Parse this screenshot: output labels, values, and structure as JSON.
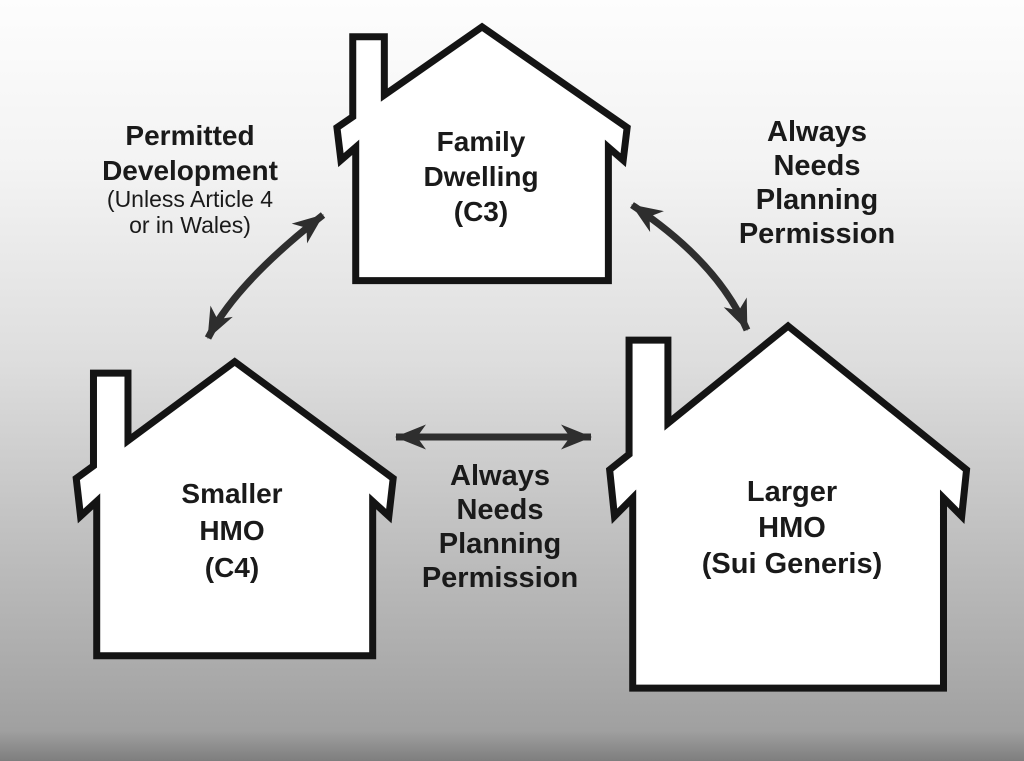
{
  "title": "HMO use-class planning permission diagram",
  "colors": {
    "bg_top": "#fdfdfd",
    "bg_bottom": "#7e7e7e",
    "outline": "#141414",
    "arrow": "#2e2e2e",
    "text": "#1a1a1a",
    "house_fill": "#ffffff"
  },
  "houses": [
    {
      "id": "family-dwelling",
      "lines": [
        "Family",
        "Dwelling",
        "(C3)"
      ]
    },
    {
      "id": "smaller-hmo",
      "lines": [
        "Smaller",
        "HMO",
        "(C4)"
      ]
    },
    {
      "id": "larger-hmo",
      "lines": [
        "Larger",
        "HMO",
        "(Sui Generis)"
      ]
    }
  ],
  "labels": {
    "permitted": {
      "bold_lines": [
        "Permitted",
        "Development"
      ],
      "small_lines": [
        "(Unless Article 4",
        "or in Wales)"
      ]
    },
    "right_note": {
      "lines": [
        "Always",
        "Needs",
        "Planning",
        "Permission"
      ]
    },
    "middle_note": {
      "lines": [
        "Always",
        "Needs",
        "Planning",
        "Permission"
      ]
    }
  }
}
